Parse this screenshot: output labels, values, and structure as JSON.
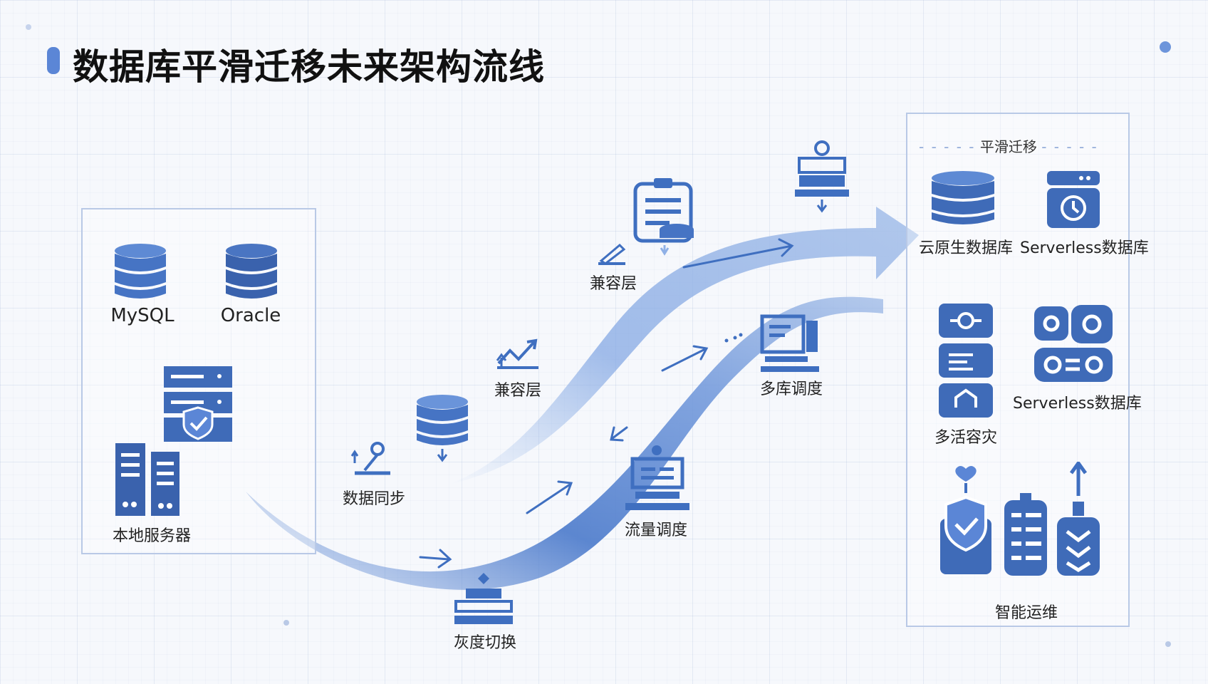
{
  "title": "数据库平滑迁移未来架构流线",
  "colors": {
    "primary": "#3f6fc0",
    "light": "#8fb0e6",
    "accent": "#5b86d6"
  },
  "source": {
    "mysql": "MySQL",
    "oracle": "Oracle",
    "local_server": "本地服务器"
  },
  "flow": {
    "data_sync": "数据同步",
    "compat_1": "兼容层",
    "compat_2": "兼容层",
    "gray_switch": "灰度切换",
    "traffic_schedule": "流量调度",
    "multi_schedule": "多库调度"
  },
  "target": {
    "header": "平滑迁移",
    "cloud_native_db": "云原生数据库",
    "serverless_db": "Serverless数据库",
    "multi_active_dr": "多活容灾",
    "serverless_db_2": "Serverless数据库",
    "aiops": "智能运维"
  },
  "icons": [
    "database-icon",
    "server-rack-icon",
    "server-tower-icon",
    "sync-icon",
    "database-download-icon",
    "chart-icon",
    "document-stack-icon",
    "server-pin-icon",
    "computer-icon",
    "terminal-icon",
    "switch-icon",
    "cloud-database-icon",
    "serverless-icon",
    "gear-icon",
    "shield-icon"
  ]
}
